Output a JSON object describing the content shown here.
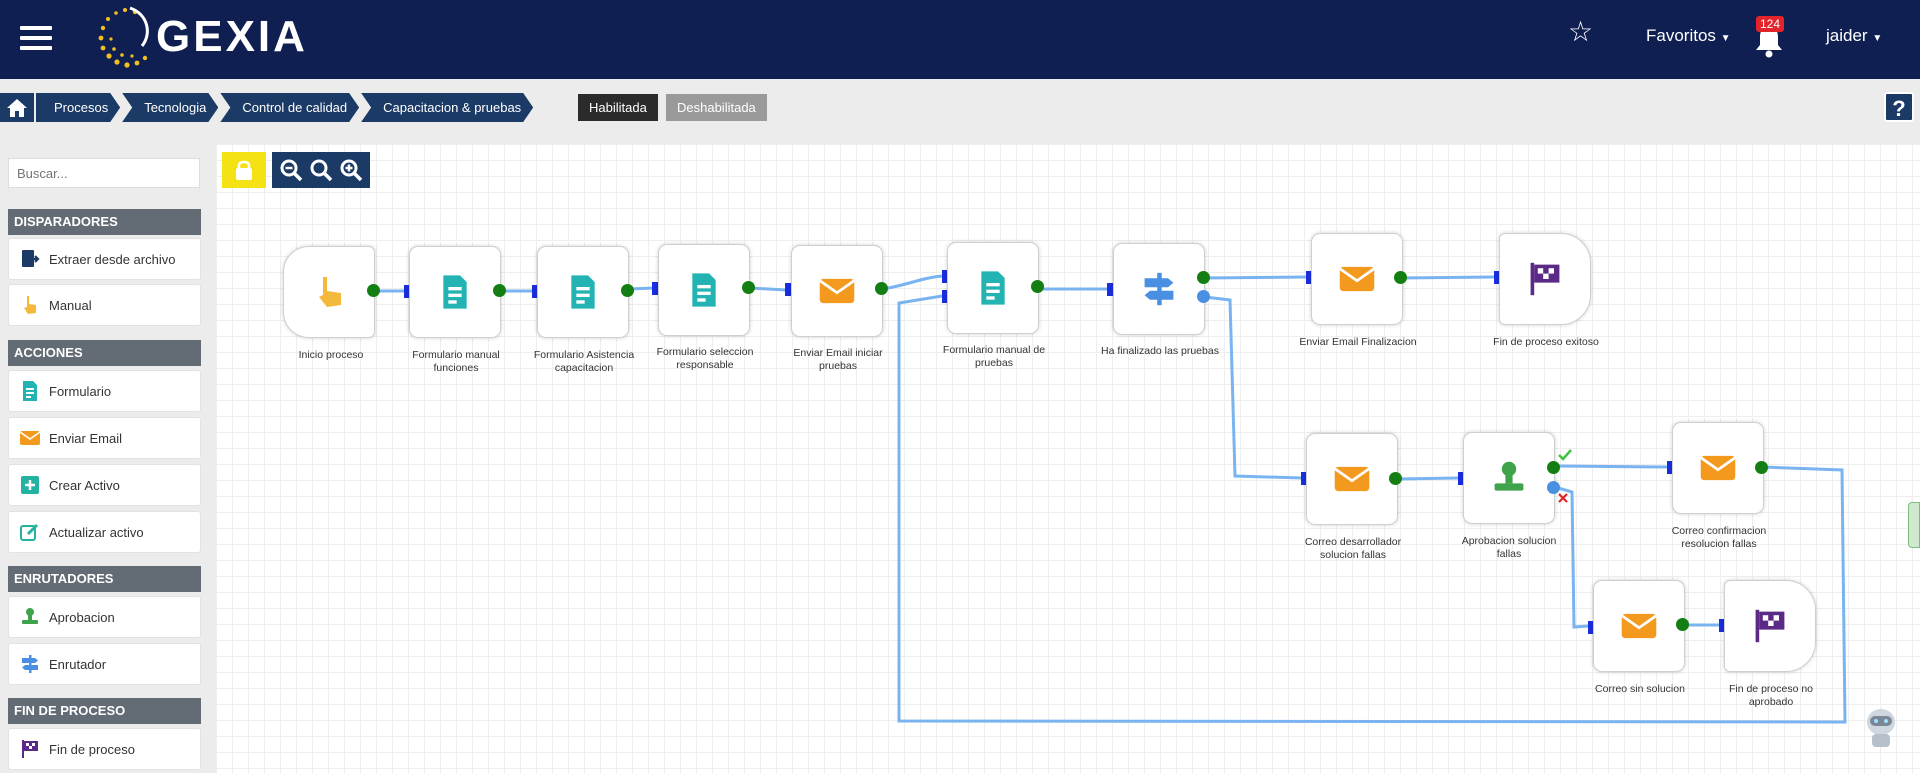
{
  "header": {
    "logo_text": "GEXIA",
    "favorites_label": "Favoritos",
    "notifications_count": "124",
    "user_label": "jaider"
  },
  "breadcrumb": {
    "items": [
      "Procesos",
      "Tecnologia",
      "Control de calidad",
      "Capacitacion & pruebas"
    ],
    "enabled_label": "Habilitada",
    "disabled_label": "Deshabilitada",
    "help_label": "?"
  },
  "sidebar": {
    "search_placeholder": "Buscar...",
    "sections": [
      {
        "title": "DISPARADORES",
        "items": [
          "Extraer desde archivo",
          "Manual"
        ]
      },
      {
        "title": "ACCIONES",
        "items": [
          "Formulario",
          "Enviar Email",
          "Crear Activo",
          "Actualizar activo"
        ]
      },
      {
        "title": "ENRUTADORES",
        "items": [
          "Aprobacion",
          "Enrutador"
        ]
      },
      {
        "title": "FIN DE PROCESO",
        "items": [
          "Fin de proceso"
        ]
      }
    ]
  },
  "nodes": {
    "inicio": "Inicio proceso",
    "form_funciones": "Formulario manual funciones",
    "form_asistencia": "Formulario Asistencia capacitacion",
    "form_responsable": "Formulario seleccion responsable",
    "email_iniciar": "Enviar Email iniciar pruebas",
    "form_pruebas": "Formulario manual de pruebas",
    "router_pruebas": "Ha finalizado las pruebas",
    "email_finalizacion": "Enviar Email Finalizacion",
    "fin_exitoso": "Fin de proceso exitoso",
    "correo_desarrollador": "Correo desarrollador solucion fallas",
    "aprobacion": "Aprobacion solucion fallas",
    "correo_confirmacion": "Correo confirmacion resolucion fallas",
    "correo_sin_solucion": "Correo sin solucion",
    "fin_no_aprobado": "Fin de proceso no aprobado"
  },
  "colors": {
    "navbar": "#0f1f52",
    "breadcrumb": "#1c3a66",
    "enabled": "#2b2b2b",
    "disabled": "#9a9a9a",
    "edge": "#79b4f0",
    "port_out": "#137f13",
    "port_in": "#1a2ee0",
    "lock": "#f5e214"
  }
}
